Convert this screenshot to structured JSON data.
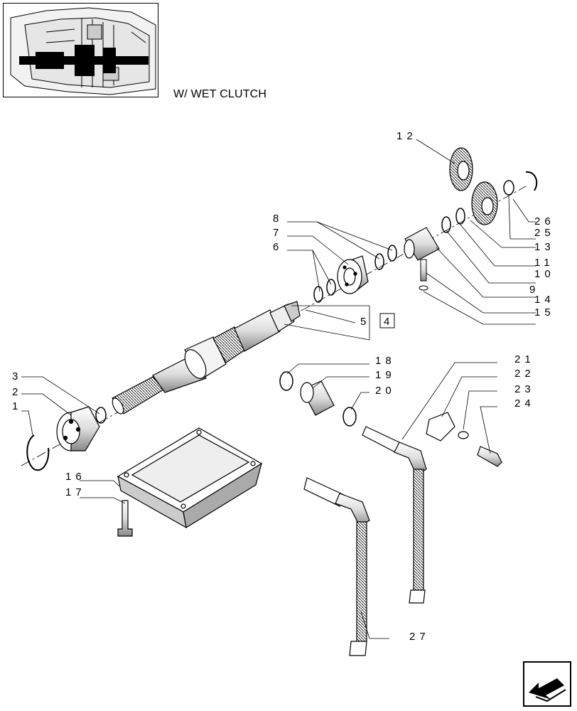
{
  "header": {
    "subtitle": "W/ WET CLUTCH"
  },
  "callouts": {
    "c1": "1",
    "c2": "2",
    "c3": "3",
    "c5": "5",
    "c4": "4",
    "c6": "6",
    "c7": "7",
    "c8": "8",
    "c9": "9",
    "c10": "10",
    "c11": "11",
    "c12": "12",
    "c13": "13",
    "c14": "14",
    "c15": "15",
    "c16": "16",
    "c17": "17",
    "c18": "18",
    "c19": "19",
    "c20": "20",
    "c21": "21",
    "c22": "22",
    "c23": "23",
    "c24": "24",
    "c25": "25",
    "c26": "26",
    "c27": "27"
  },
  "icons": {
    "thumbnail": "transmission-section-thumbnail",
    "navigation": "next-page-arrow-icon"
  }
}
